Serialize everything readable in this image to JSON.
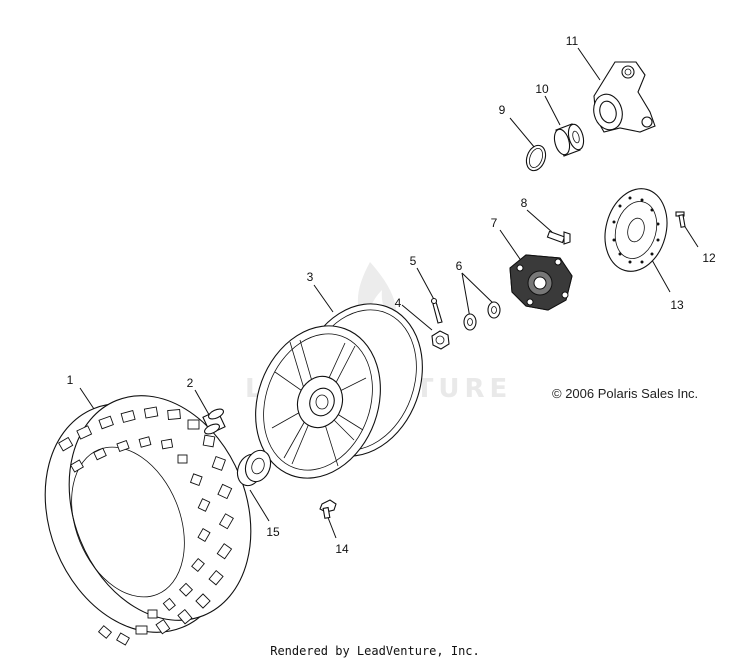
{
  "watermark": "LEADVENTURE",
  "copyright": "© 2006 Polaris Sales Inc.",
  "footer": "Rendered by LeadVenture, Inc.",
  "callouts": {
    "c1": "1",
    "c2": "2",
    "c3": "3",
    "c4": "4",
    "c5": "5",
    "c6": "6",
    "c7": "7",
    "c8": "8",
    "c9": "9",
    "c10": "10",
    "c11": "11",
    "c12": "12",
    "c13": "13",
    "c14": "14",
    "c15": "15"
  }
}
